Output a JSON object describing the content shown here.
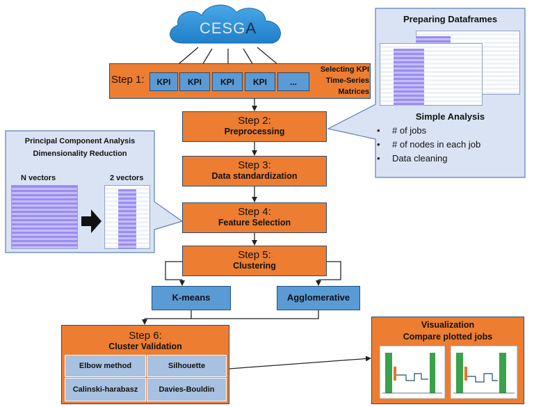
{
  "cloud": {
    "label_main": "CESG",
    "label_accent": "A"
  },
  "step1": {
    "label": "Step 1:",
    "kpis": [
      "KPI",
      "KPI",
      "KPI",
      "KPI",
      "..."
    ],
    "side_text": [
      "Selecting KPI",
      "Time-Series",
      "Matrices"
    ]
  },
  "steps": [
    {
      "title": "Step 2:",
      "subtitle": "Preprocessing"
    },
    {
      "title": "Step 3:",
      "subtitle": "Data standardization"
    },
    {
      "title": "Step 4:",
      "subtitle": "Feature Selection"
    },
    {
      "title": "Step 5:",
      "subtitle": "Clustering"
    }
  ],
  "algorithms": {
    "left": "K-means",
    "right": "Agglomerative"
  },
  "step6": {
    "title": "Step 6:",
    "subtitle": "Cluster Validation",
    "methods": [
      "Elbow method",
      "Silhouette",
      "Calinski-harabasz",
      "Davies-Bouldin"
    ]
  },
  "prep_panel": {
    "title": "Preparing Dataframes",
    "analysis_title": "Simple Analysis",
    "bullets": [
      "# of jobs",
      "# of nodes in each job",
      "Data cleaning"
    ]
  },
  "pca_panel": {
    "title_line1": "Principal Component Analysis",
    "title_line2": "Dimensionality Reduction",
    "left_label": "N vectors",
    "right_label": "2 vectors"
  },
  "viz_panel": {
    "title_line1": "Visualization",
    "title_line2": "Compare plotted jobs"
  },
  "colors": {
    "step_orange": "#ed7d31",
    "box_blue": "#5b9bd5",
    "callout_blue": "#dae3f3",
    "border_navy": "#1f4e79"
  }
}
